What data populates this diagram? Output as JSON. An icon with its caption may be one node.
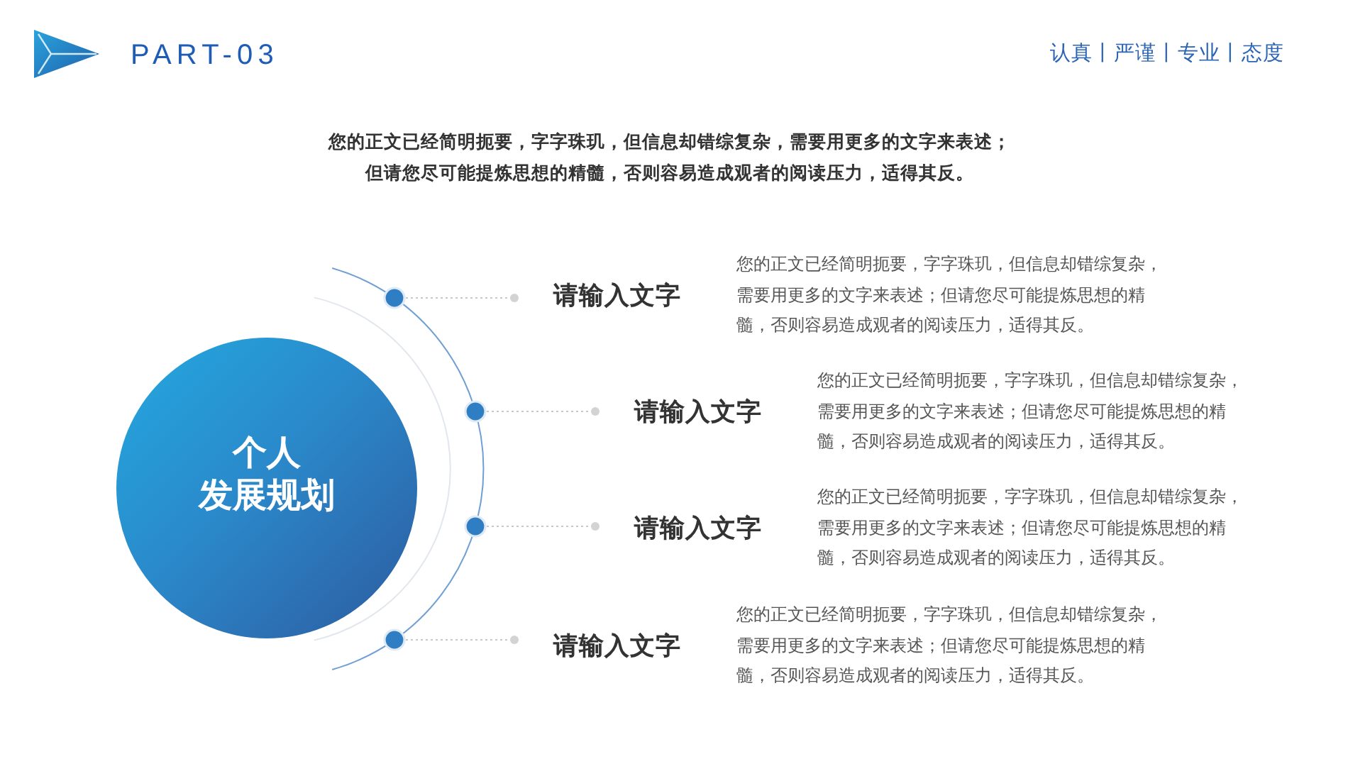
{
  "diagram": {
    "title": "PART-03",
    "nodes": [
      {
        "text": [
          "个人",
          "发展规划"
        ]
      },
      {
        "text": [],
        "shape": "circle"
      },
      {
        "text": [
          "请输入文字",
          "您的正文已经简明扼要，字字珠玑，但信息却错综复杂，需要用更多的文字来表述；但请您尽可能提炼思想的精髓，否则容易造成观者的阅读压力，适得其反。"
        ]
      },
      {
        "text": [],
        "shape": "circle"
      },
      {
        "text": [
          "请输入文字",
          "您的正文已经简明扼要，字字珠玑，但信息却错综复杂，需要用更多的文字来表述；但请您尽可能提炼思想的精髓，否则容易造成观者的阅读压力，适得其反。"
        ]
      },
      {
        "text": [],
        "shape": "circle"
      },
      {
        "text": [
          "请输入文字",
          "您的正文已经简明扼要，字字珠玑，但信息却错综复杂，需要用更多的文字来表述；但请您尽可能提炼思想的精髓，否则容易造成观者的阅读压力，适得其反。"
        ]
      },
      {
        "text": [],
        "shape": "circle"
      },
      {
        "text": [
          "请输入文字",
          "您的正文已经简明扼要，字字珠玑，但信息却错综复杂，需要用更多的文字来表述；但请您尽可能提炼思想的精髓，否则容易造成观者的阅读压力，适得其反。"
        ]
      }
    ],
    "edges": [
      {
        "from": 1,
        "to": 2,
        "arrow": "other",
        "style": "dashed"
      },
      {
        "from": 3,
        "to": 4,
        "arrow": "other",
        "style": "dashed"
      },
      {
        "from": 5,
        "to": 6,
        "arrow": "other",
        "style": "dashed"
      },
      {
        "from": 7,
        "to": 8,
        "arrow": "other",
        "style": "dashed"
      }
    ],
    "labels": [
      "认真丨严谨丨专业丨态度",
      "您的正文已经简明扼要，字字珠玑，但信息却错综复杂，需要用更多的文字来表述；",
      "但请您尽可能提炼思想的精髓，否则容易造成观者的阅读压力，适得其反。"
    ]
  }
}
